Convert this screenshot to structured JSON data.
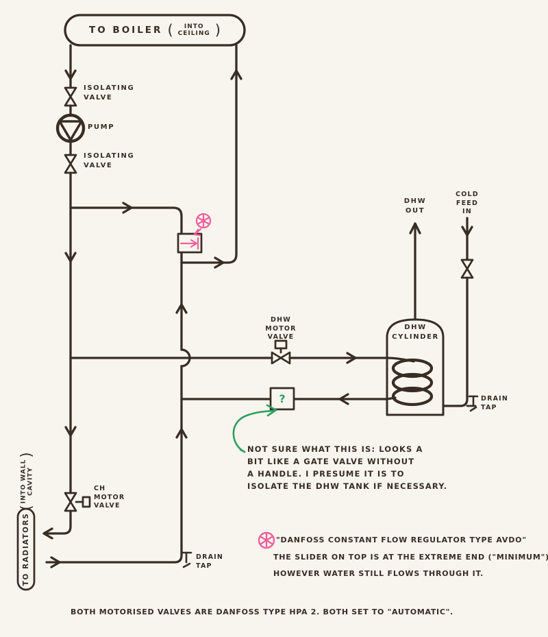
{
  "colors": {
    "paper": "#f8f5ee",
    "ink": "#382d24",
    "pink": "#ee609c",
    "green": "#2f9f62"
  },
  "boiler": {
    "label": "TO BOILER",
    "paren_open": "(",
    "paren_text": "INTO\nCEILING",
    "paren_close": ")"
  },
  "radiators": {
    "label": "TO RADIATORS",
    "paren_open": "(",
    "paren_text": "INTO WALL\nCAVITY",
    "paren_close": ")"
  },
  "labels": {
    "isolating_valve_top": "ISOLATING\nVALVE",
    "pump": "PUMP",
    "isolating_valve_bottom": "ISOLATING\nVALVE",
    "dhw_motor_valve": "DHW\nMOTOR\nVALVE",
    "ch_motor_valve": "CH\nMOTOR\nVALVE",
    "dhw_cylinder": "DHW\nCYLINDER",
    "dhw_out": "DHW\nOUT",
    "cold_feed_in": "COLD\nFEED\nIN",
    "drain_tap_bottom": "DRAIN\nTAP",
    "drain_tap_right": "DRAIN\nTAP",
    "question_mark": "?"
  },
  "annotations": {
    "unknown_component": "NOT SURE WHAT THIS IS: LOOKS A\nBIT LIKE A GATE VALVE WITHOUT\nA HANDLE.    I PRESUME IT IS TO\nISOLATE THE DHW TANK IF NECESSARY.",
    "regulator_line1": "\"DANFOSS CONSTANT FLOW REGULATOR TYPE AVDO\"",
    "regulator_line2": "THE SLIDER ON TOP IS AT THE EXTREME END (\"MINIMUM\"),",
    "regulator_line3": "HOWEVER  WATER  STILL  FLOWS  THROUGH  IT.",
    "footer": "BOTH MOTORISED VALVES ARE DANFOSS TYPE HPA 2.   BOTH SET TO \"AUTOMATIC\"."
  }
}
